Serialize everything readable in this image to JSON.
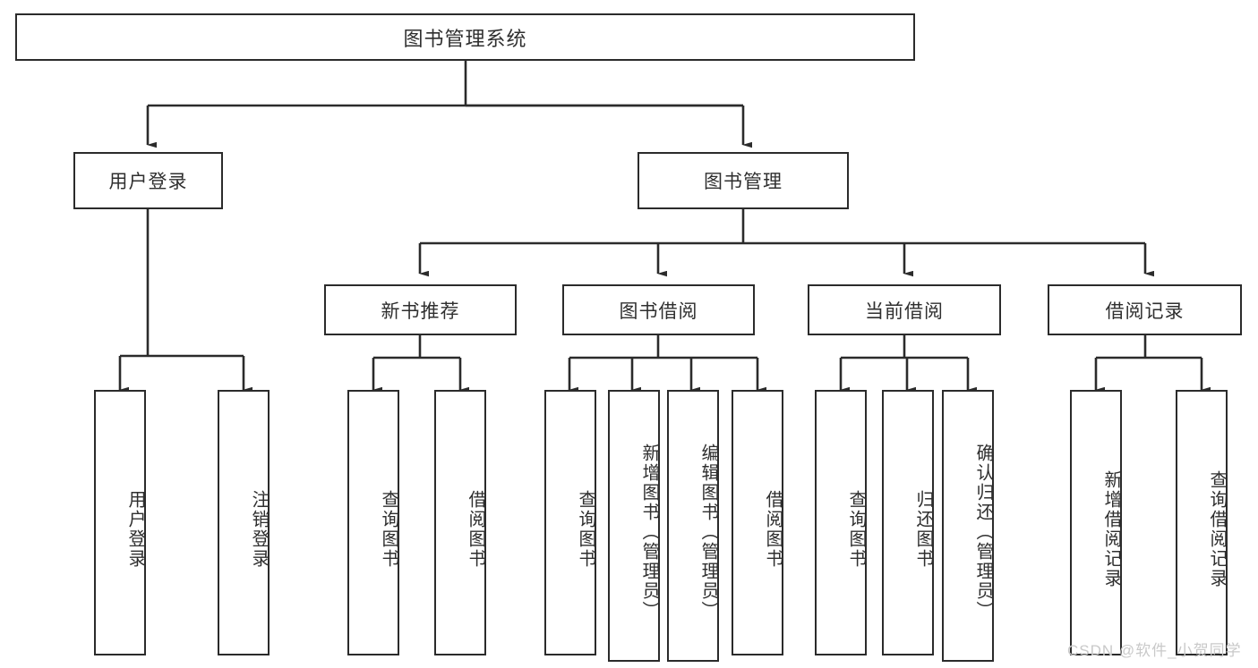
{
  "diagram": {
    "title": "图书管理系统",
    "type": "tree",
    "root": {
      "label": "图书管理系统"
    },
    "level2": [
      {
        "label": "用户登录"
      },
      {
        "label": "图书管理"
      }
    ],
    "level3": [
      {
        "label": "新书推荐"
      },
      {
        "label": "图书借阅"
      },
      {
        "label": "当前借阅"
      },
      {
        "label": "借阅记录"
      }
    ],
    "leaves": [
      {
        "label": "用户登录",
        "parent": "用户登录"
      },
      {
        "label": "注销登录",
        "parent": "用户登录"
      },
      {
        "label": "查询图书",
        "parent": "新书推荐"
      },
      {
        "label": "借阅图书",
        "parent": "新书推荐"
      },
      {
        "label": "查询图书",
        "parent": "图书借阅"
      },
      {
        "label": "新增图书（管理员）",
        "parent": "图书借阅"
      },
      {
        "label": "编辑图书（管理员）",
        "parent": "图书借阅"
      },
      {
        "label": "借阅图书",
        "parent": "图书借阅"
      },
      {
        "label": "查询图书",
        "parent": "当前借阅"
      },
      {
        "label": "归还图书",
        "parent": "当前借阅"
      },
      {
        "label": "确认归还（管理员）",
        "parent": "当前借阅"
      },
      {
        "label": "新增借阅记录",
        "parent": "借阅记录"
      },
      {
        "label": "查询借阅记录",
        "parent": "借阅记录"
      }
    ]
  },
  "watermark": {
    "text": "CSDN @软件_小贺同学"
  },
  "colors": {
    "stroke": "#2b2b2b",
    "fill": "#ffffff",
    "text": "#2f2f2f",
    "watermark": "#c9c9c9"
  }
}
